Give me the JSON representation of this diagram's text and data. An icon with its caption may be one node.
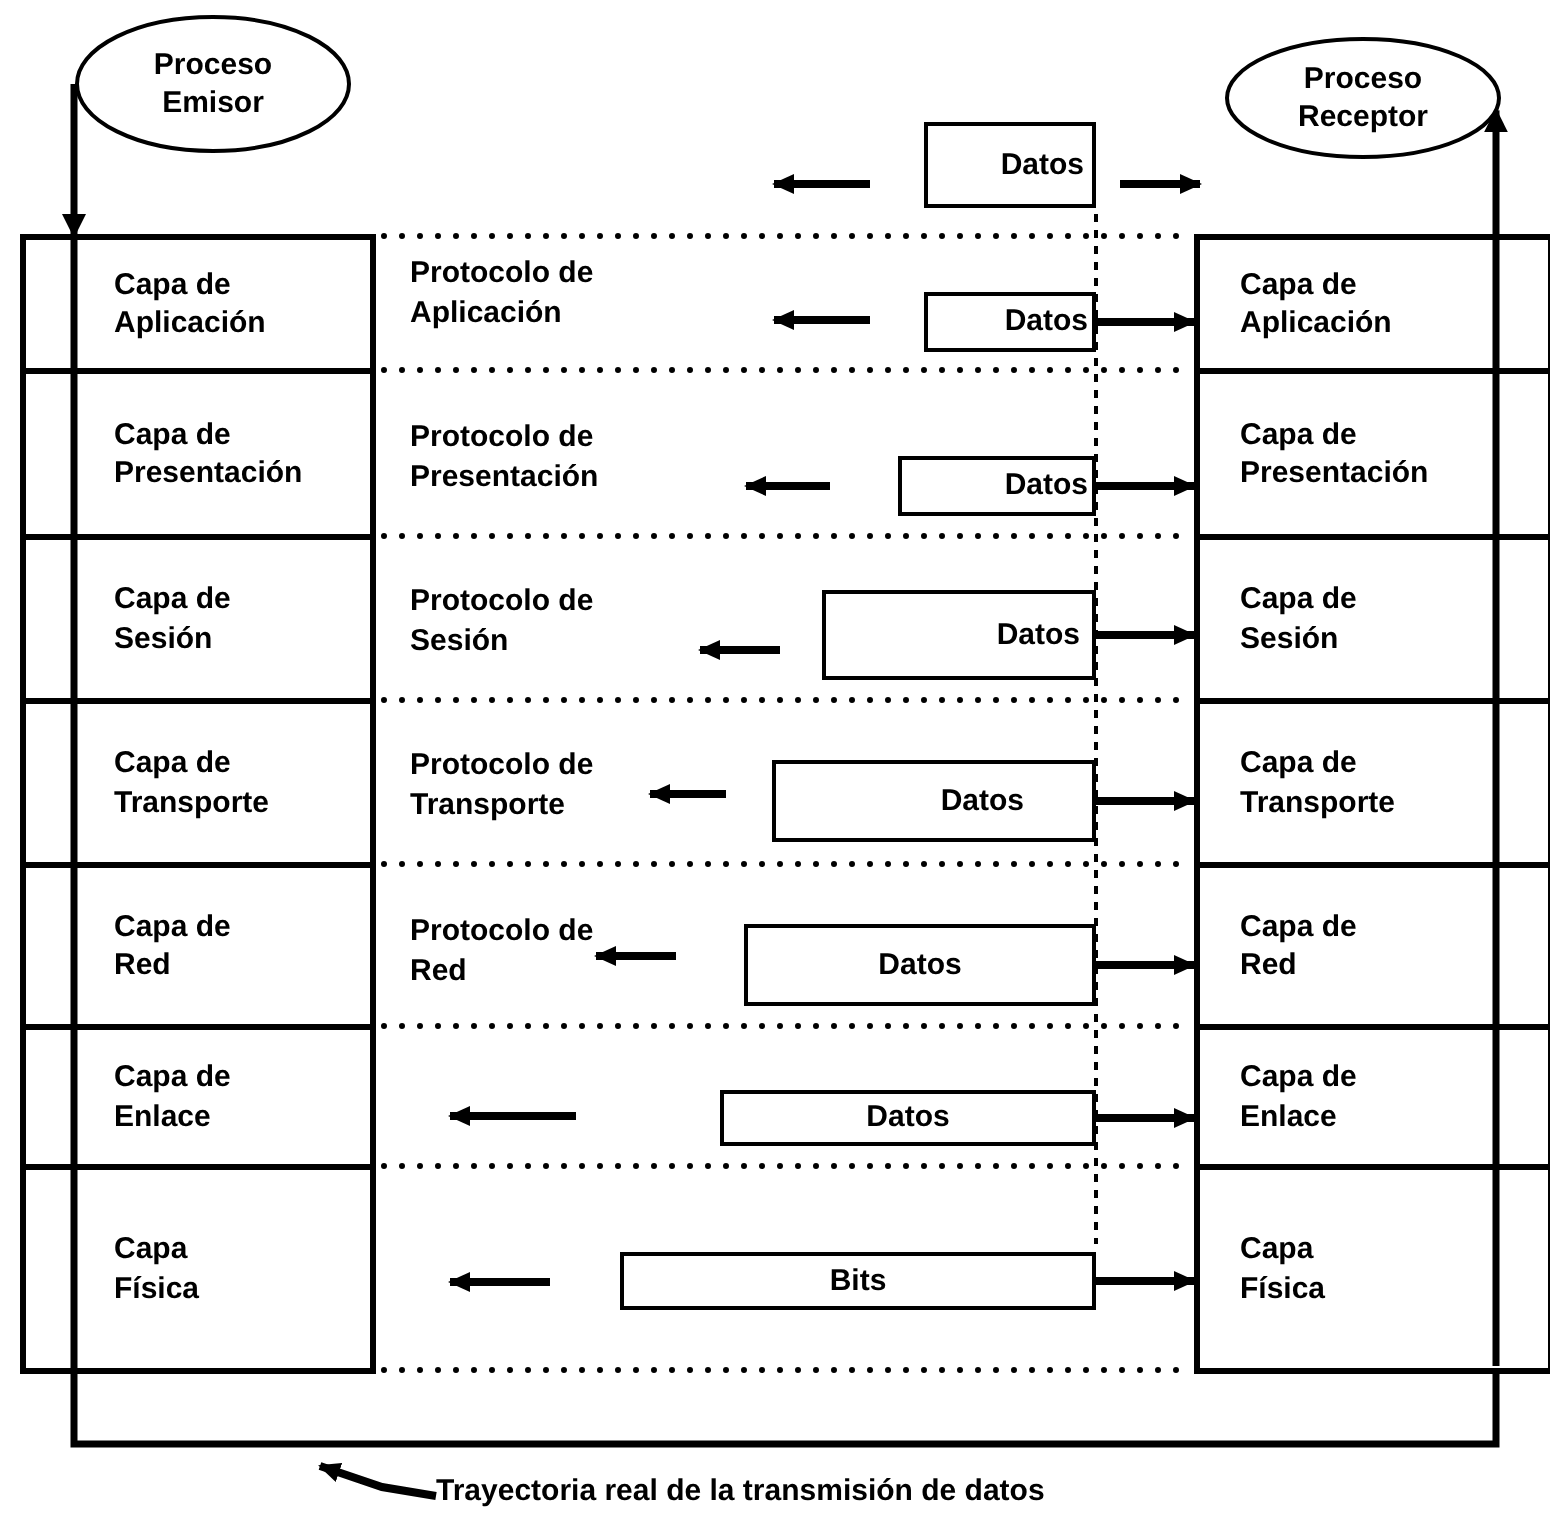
{
  "diagram": {
    "nodes": [
      {
        "text": [
          "Proceso Emisor"
        ]
      },
      {
        "text": [
          "Datos"
        ]
      },
      {
        "text": [
          "Proceso Receptor"
        ]
      },
      {
        "text": [
          "Capa de Aplicación"
        ]
      },
      {
        "text": [
          "Datos"
        ]
      },
      {
        "text": [
          "Capa de Aplicación"
        ]
      },
      {
        "text": [
          "Capa de Presentación"
        ]
      },
      {
        "text": [
          "Datos"
        ]
      },
      {
        "text": [
          "Capa de Presentación"
        ]
      },
      {
        "text": [
          "Capa de Sesión"
        ]
      },
      {
        "text": [
          "Datos"
        ]
      },
      {
        "text": [
          "Capa de Sesión"
        ]
      },
      {
        "text": [
          "Capa de Transporte"
        ]
      },
      {
        "text": [
          "Datos"
        ]
      },
      {
        "text": [
          "Capa de Transporte"
        ]
      },
      {
        "text": [
          "Capa de Red"
        ]
      },
      {
        "text": [
          "Datos"
        ]
      },
      {
        "text": [
          "Capa de Red"
        ]
      },
      {
        "text": [
          "Capa de Enlace"
        ]
      },
      {
        "text": [
          "Datos"
        ]
      },
      {
        "text": [
          "Capa de Enlace"
        ]
      },
      {
        "text": [
          "Capa Física"
        ]
      },
      {
        "text": [
          "Bits"
        ]
      },
      {
        "text": [
          "Capa Física"
        ]
      },
      {
        "text": [
          "Trayectoria real de la transmisión de datos"
        ]
      }
    ],
    "edges": [
      {
        "from": 0,
        "to": 3,
        "arrow": "to"
      },
      {
        "from": 21,
        "to": 23,
        "arrow": "none"
      },
      {
        "from": 5,
        "to": 2,
        "arrow": "to"
      },
      {
        "from": 4,
        "to": 5,
        "arrow": "to"
      },
      {
        "from": 7,
        "to": 8,
        "arrow": "to"
      },
      {
        "from": 10,
        "to": 11,
        "arrow": "to"
      },
      {
        "from": 13,
        "to": 14,
        "arrow": "to"
      },
      {
        "from": 16,
        "to": 17,
        "arrow": "to"
      },
      {
        "from": 19,
        "to": 20,
        "arrow": "to"
      },
      {
        "from": 22,
        "to": 23,
        "arrow": "to"
      },
      {
        "from": 24,
        "to": null,
        "arrow": "to"
      }
    ],
    "labels": [
      "Protocolo de Aplicación",
      "Protocolo de Presentación",
      "Protocolo de Sesión",
      "Protocolo de Transporte",
      "Protocolo de Red"
    ]
  }
}
